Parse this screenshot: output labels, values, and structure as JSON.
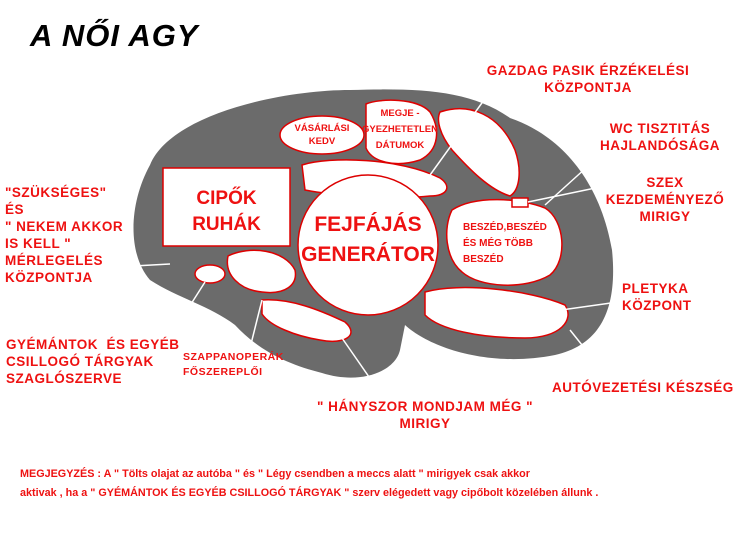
{
  "title": "A NŐI AGY",
  "regions": {
    "shoes": "CIPŐK\nRUHÁK",
    "headache": "FEJFÁJÁS\nGENERÁTOR",
    "shopping": "VÁSÁRLÁSI\nKEDV",
    "dates": "MEGJE -\nGYEZHETETLEN\nDÁTUMOK",
    "talk": "BESZÉD,BESZÉD\nÉS MÉG TÖBB\nBESZÉD"
  },
  "labels": {
    "senses": "GAZDAG PASIK ÉRZÉKELÉSI\nKÖZPONTJA",
    "wc": "WC TISZTITÁS\nHAJLANDÓSÁGA",
    "sex": "SZEX\nKEZDEMÉNYEZŐ\nMIRIGY",
    "need": "\"SZÜKSÉGES\"\nÉS\n\" NEKEM AKKOR\nIS KELL \"\nMÉRLEGELÉS\nKÖZPONTJA",
    "gossip": "PLETYKA\nKÖZPONT",
    "diamonds": "GYÉMÁNTOK  ÉS EGYÉB\nCSILLOGÓ TÁRGYAK\nSZAGLÓSZERVE",
    "soap": "SZAPPANOPERÁK\nFŐSZEREPLŐI",
    "driving": "AUTÓVEZETÉSI KÉSZSÉG",
    "repeat": "\" HÁNYSZOR MONDJAM MÉG \"\nMIRIGY"
  },
  "note": {
    "line1": "MEGJEGYZÉS : A  \" Tölts olajat az autóba \" és \" Légy csendben a meccs alatt \" mirigyek csak akkor",
    "line2": "aktivak , ha a \" GYÉMÁNTOK ÉS EGYÉB CSILLOGÓ TÁRGYAK \"   szerv elégedett vagy cipőbolt  közelében állunk ."
  },
  "colors": {
    "brain": "#6b6b6b",
    "accent": "#ee1111",
    "outline": "#dd0000"
  }
}
